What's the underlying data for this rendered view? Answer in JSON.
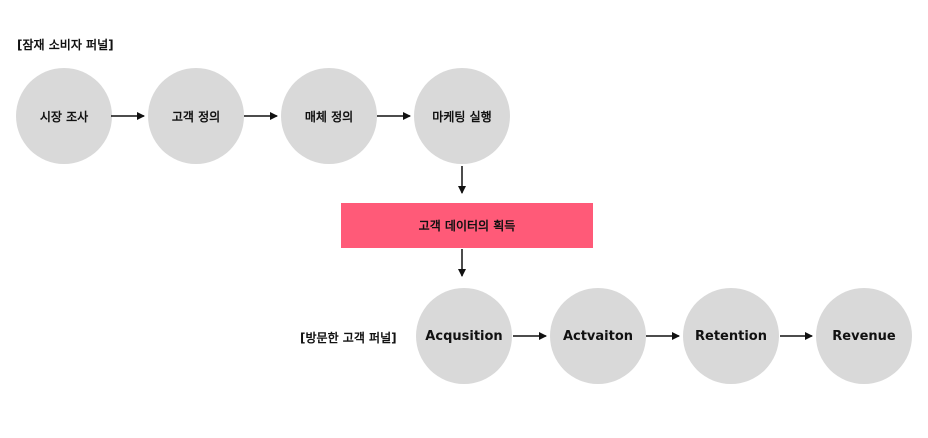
{
  "potential_funnel": {
    "title": "[잠재 소비자 퍼널]",
    "steps": [
      "시장 조사",
      "고객 정의",
      "매체 정의",
      "마케팅 실행"
    ]
  },
  "center": {
    "label": "고객 데이터의 획득"
  },
  "visitor_funnel": {
    "title": "[방문한 고객 퍼널]",
    "steps": [
      "Acqusition",
      "Actvaiton",
      "Retention",
      "Revenue"
    ]
  }
}
